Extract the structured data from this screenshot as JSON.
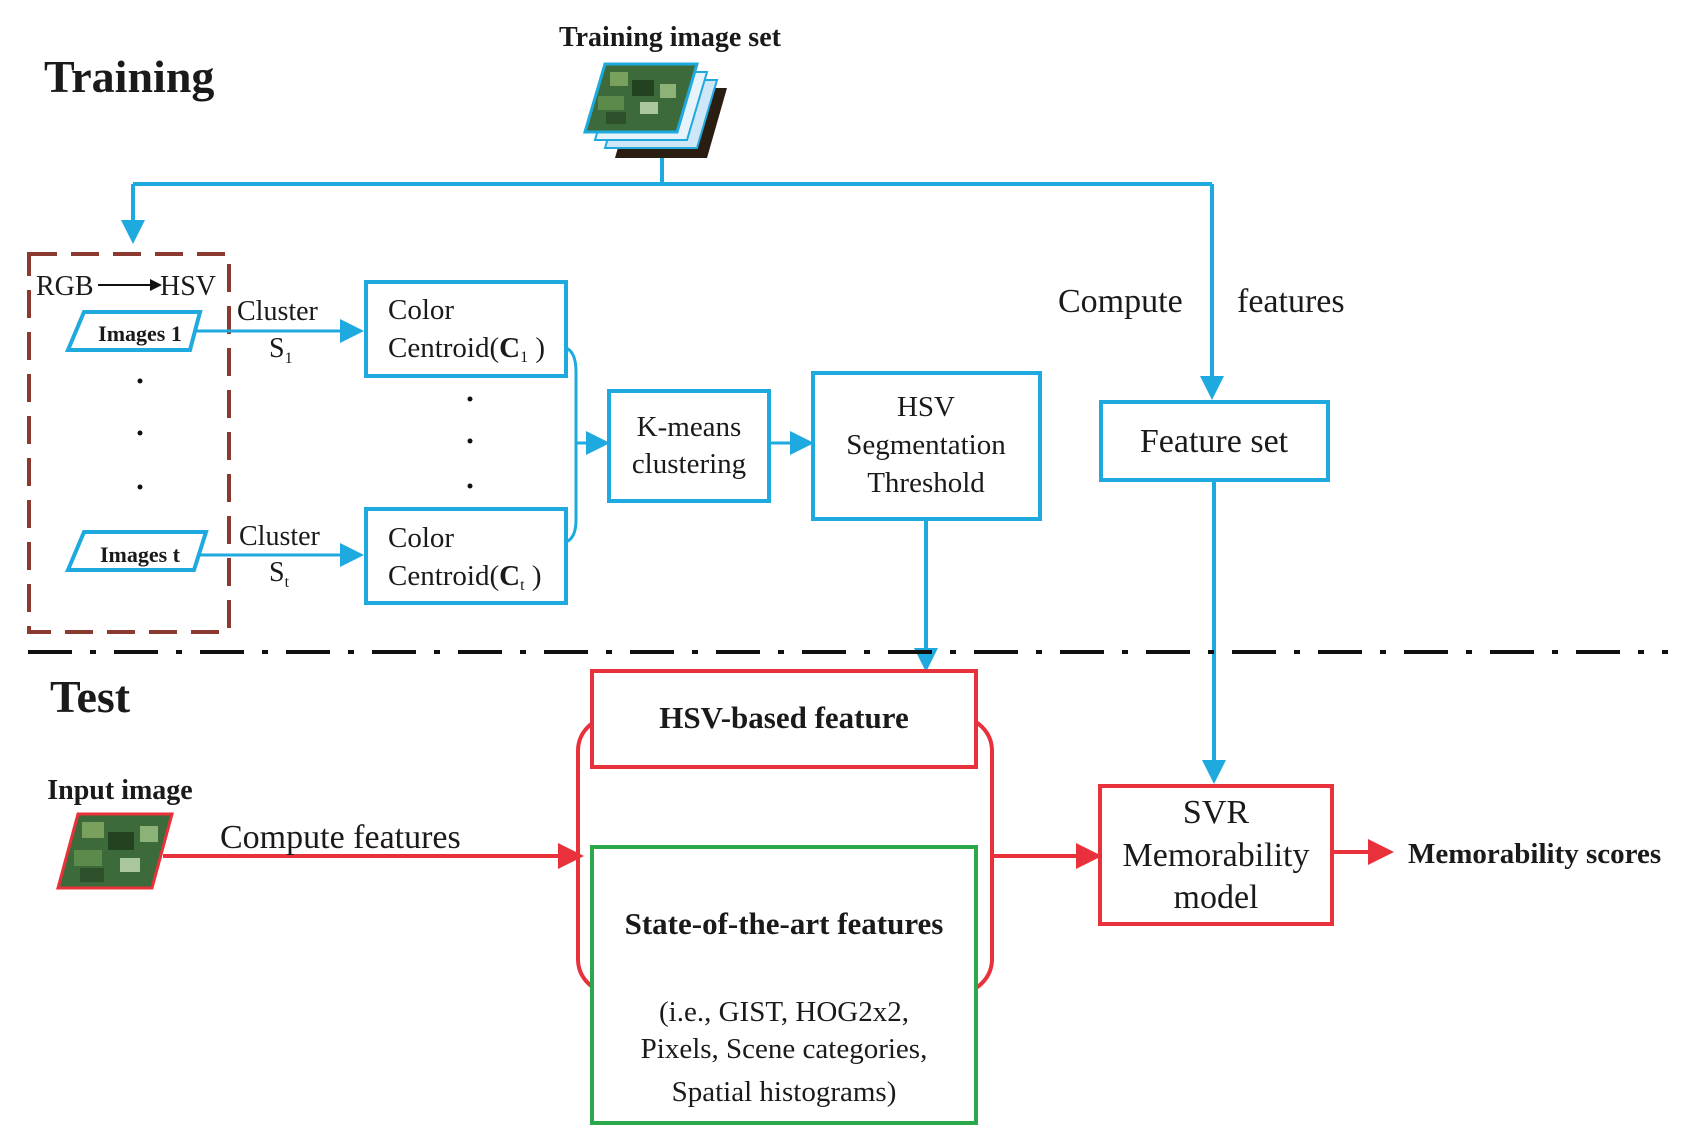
{
  "sections": {
    "training": "Training",
    "test": "Test"
  },
  "training": {
    "image_set_label": "Training image set",
    "rgb": "RGB",
    "hsv": "HSV",
    "images_1": "Images 1",
    "images_t": "Images t",
    "cluster_1": "Cluster",
    "s_1": "S",
    "s_1_sub": "1",
    "cluster_t": "Cluster",
    "s_t": "S",
    "s_t_sub": "t",
    "centroid_1": {
      "line1": "Color",
      "line2": "Centroid",
      "var": "C",
      "sub": "1"
    },
    "centroid_t": {
      "line1": "Color",
      "line2": "Centroid",
      "var": "C",
      "sub": "t"
    },
    "kmeans": {
      "line1": "K-means",
      "line2": "clustering"
    },
    "hsv_seg": {
      "line1": "HSV",
      "line2": "Segmentation",
      "line3": "Threshold"
    },
    "compute_features": "Compute",
    "compute_features_2": "features",
    "feature_set": "Feature set"
  },
  "test": {
    "input_image_label": "Input image",
    "compute_features": "Compute features",
    "hsv_feature": "HSV-based feature",
    "sota": "State-of-the-art features",
    "sota_detail_1": "(i.e., GIST, HOG2x2,",
    "sota_detail_2": "Pixels, Scene categories,",
    "sota_detail_3": "Spatial histograms)",
    "svr": {
      "line1": "SVR",
      "line2": "Memorability",
      "line3": "model"
    },
    "output": "Memorability scores"
  },
  "colors": {
    "blue": "#1ea9df",
    "red": "#e8313a",
    "green": "#2aa84a",
    "brown_dash": "#8b3a2f",
    "divider": "#111111"
  }
}
